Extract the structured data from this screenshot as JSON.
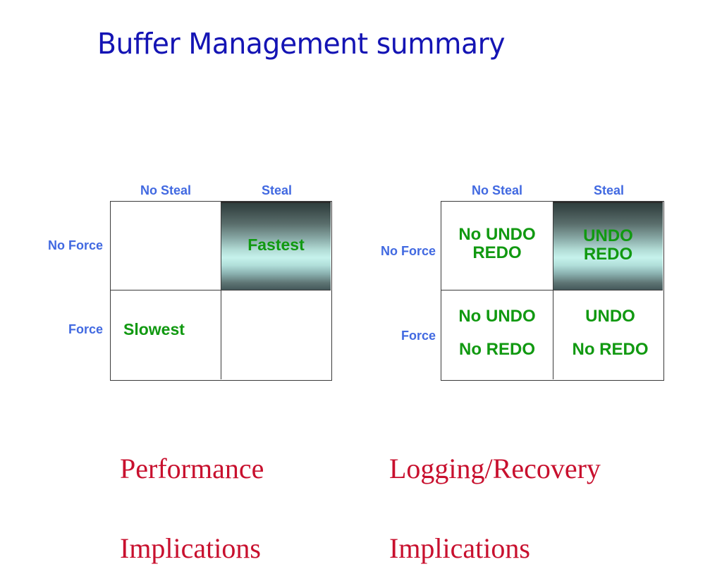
{
  "slide": {
    "title": "Buffer Management summary",
    "title_color": "#1414b4"
  },
  "palette": {
    "header_blue": "#4169E1",
    "cell_green": "#119911",
    "caption_red": "#C8102E",
    "grid_border": "#3A3A3A",
    "highlight_gradient_dark": "#2F3F3E",
    "highlight_gradient_light": "#C6F2EC"
  },
  "matrices": [
    {
      "id": "performance",
      "caption": "Performance\nImplications",
      "column_headers": [
        "No Steal",
        "Steal"
      ],
      "row_headers": [
        "No Force",
        "Force"
      ],
      "cells": [
        {
          "row": "No Force",
          "col": "No Steal",
          "lines": [],
          "highlight": false
        },
        {
          "row": "No Force",
          "col": "Steal",
          "lines": [
            "Fastest"
          ],
          "highlight": true
        },
        {
          "row": "Force",
          "col": "No Steal",
          "lines": [
            "Slowest"
          ],
          "highlight": false
        },
        {
          "row": "Force",
          "col": "Steal",
          "lines": [],
          "highlight": false
        }
      ]
    },
    {
      "id": "logging-recovery",
      "caption": "Logging/Recovery\nImplications",
      "column_headers": [
        "No Steal",
        "Steal"
      ],
      "row_headers": [
        "No Force",
        "Force"
      ],
      "cells": [
        {
          "row": "No Force",
          "col": "No Steal",
          "lines": [
            "No UNDO",
            "REDO"
          ],
          "highlight": false
        },
        {
          "row": "No Force",
          "col": "Steal",
          "lines": [
            "UNDO",
            "REDO"
          ],
          "highlight": true
        },
        {
          "row": "Force",
          "col": "No Steal",
          "lines": [
            "No UNDO",
            "No REDO"
          ],
          "highlight": false
        },
        {
          "row": "Force",
          "col": "Steal",
          "lines": [
            "UNDO",
            "No REDO"
          ],
          "highlight": false
        }
      ]
    }
  ],
  "left_matrix": {
    "col_header_0": "No Steal",
    "col_header_1": "Steal",
    "row_header_0": "No Force",
    "row_header_1": "Force",
    "cell_11_text": "Fastest",
    "cell_20_text": "Slowest",
    "caption_line_1": "Performance",
    "caption_line_2": "Implications"
  },
  "right_matrix": {
    "col_header_0": "No Steal",
    "col_header_1": "Steal",
    "row_header_0": "No Force",
    "row_header_1": "Force",
    "cell_00_line_1": "No UNDO",
    "cell_00_line_2": "REDO",
    "cell_01_line_1": "UNDO",
    "cell_01_line_2": "REDO",
    "cell_10_line_1": "No UNDO",
    "cell_10_line_2": "No REDO",
    "cell_11_line_1": "UNDO",
    "cell_11_line_2": "No REDO",
    "caption_line_1": "Logging/Recovery",
    "caption_line_2": "Implications"
  }
}
